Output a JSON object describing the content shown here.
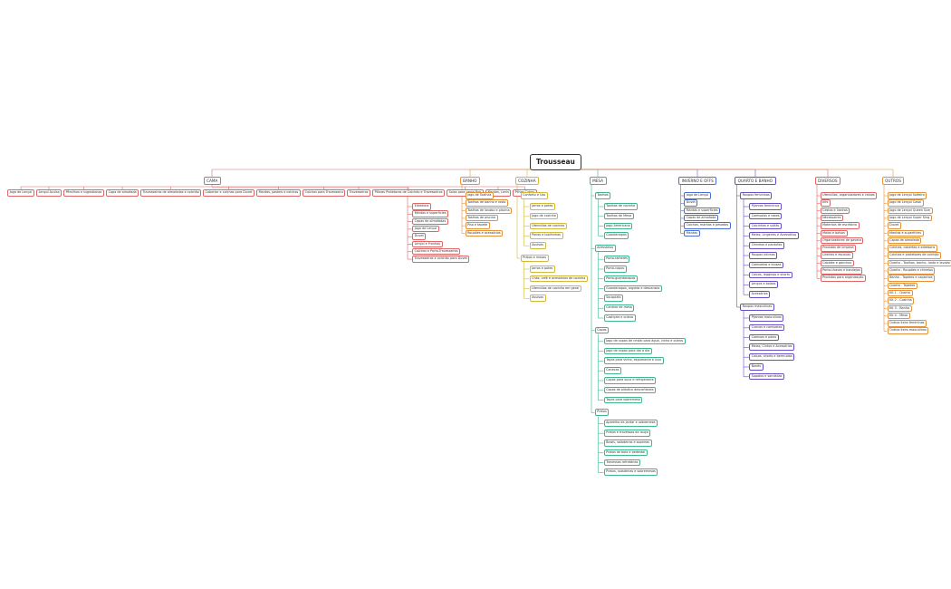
{
  "root": "Trousseau",
  "colors": {
    "cama": "#e06666",
    "banho": "#e69138",
    "cozinha": "#d4b83a",
    "mesa": "#3db88a",
    "inverno": "#4a6fd4",
    "quarto": "#6a4ec9",
    "diversos": "#e06666",
    "outros": "#e69138"
  },
  "branches": [
    {
      "key": "cama",
      "label": "CAMA",
      "rowItems": [
        "Jogo de Lençol",
        "Lençol Avulso",
        "Pêmilhos e sugestionas",
        "Capa de almofada",
        "Travesseiros de almofadas e colchão",
        "Cobertor e colchas para Duvet",
        "Mantas, pasteis e colchas",
        "Colchas para Travesseiro",
        "Travesseiros",
        "Pillows Protetores de Colchão e Travesseiros",
        "Saias para cama Box",
        "Mantas, Lenís",
        "Pilhas Cubos"
      ],
      "items": [
        "Edredons",
        "Mantas e superfícies",
        "Capas de almofadas",
        "Jogo de Lençol",
        "Duvet",
        "Lençol e Fronhas",
        "Colchas e Porta-Travesseiros",
        "Travesseiros e colchão para Duvet"
      ]
    },
    {
      "key": "banho",
      "label": "BANHO",
      "items": [
        "Jogo de Toalhas",
        "Toalhas de banho e rosto",
        "Toalhas de lavabo e piscina",
        "Toalhas de piscina",
        "Piso e tapete",
        "Roupões e acessórios"
      ]
    },
    {
      "key": "cozinha",
      "label": "COZINHA",
      "groups": [
        {
          "label": "Conforto e Uso",
          "items": [
            "Jarros e potes",
            "Jogo de cozinha",
            "Utensílios de cozinha",
            "Panos e toalhinhas",
            "Avulsos"
          ]
        },
        {
          "label": "Pratos e mesas",
          "items": [
            "Jarros e potes",
            "Chás, café e acessórios de cozinha",
            "Utensílios de cozinha em geral",
            "Avulsos"
          ]
        }
      ]
    },
    {
      "key": "mesa",
      "label": "MESA",
      "groups": [
        {
          "label": "Toalhas",
          "items": [
            "Toalhas de cozinha",
            "Toalhas de Mesa",
            "Jogo Americano",
            "Guardanapos"
          ]
        },
        {
          "label": "Acessórios",
          "items": [
            "Porta-talheres",
            "Porta-copos",
            "Porta-guardanapos",
            "Guardanapos, argolas e descansos",
            "Sousplats",
            "Centros de mesa",
            "Castiçais e outros"
          ]
        },
        {
          "label": "Copos",
          "items": [
            "Jogo de copos de cristal para água, vinho e outros",
            "Jogo de copos para dia a dia",
            "Taças para vinho, espumante e licor",
            "Canecas",
            "Copos para suco e refrigerante",
            "Copos de plástico descartáveis",
            "Taças para sobremesa"
          ]
        },
        {
          "label": "Pratos",
          "items": [
            "Aparelho de jantar e sobremesa",
            "Pratos e travessas de louça",
            "Bowls, saladeiras e sopeiras",
            "Pratos de bolo e pedestal",
            "Travessas refratárias",
            "Pratos, saladeiras e sobremesas"
          ]
        }
      ]
    },
    {
      "key": "inverno",
      "label": "INVERNO E OFFS",
      "items": [
        "Jogo de Lençol",
        "Duvet",
        "Mantas e superfícies",
        "Capas de almofada",
        "Colchas, mantas e pesadas",
        "Mantas"
      ]
    },
    {
      "key": "quarto",
      "label": "QUARTO E BANHO",
      "groups": [
        {
          "label": "Roupas femininas",
          "items": [
            "Pijamas femininos",
            "Camisolas e robes",
            "Calcinhas e sutiãs",
            "Meias, Lingeries e Acessórios",
            "Chinelos e pantufas",
            "Roupas íntimas",
            "Camisetas e blusas",
            "Calças, leggings e shorts",
            "Lenços e bolsas",
            "Acessórios"
          ]
        },
        {
          "label": "Roupas masculinas",
          "items": [
            "Pijamas masculinos",
            "Cuecas e camisetas",
            "Camisas e polos",
            "Meias, Cintos e Acessórios",
            "Calças, shorts e bermudas",
            "Bonés",
            "Sapatos e sandálias"
          ]
        }
      ]
    },
    {
      "key": "diversos",
      "label": "DIVERSOS",
      "items": [
        "Utensílios, organizadores e caixas",
        "Kits",
        "Cestos e lixeiras",
        "Nécessaires",
        "Materiais de escritório",
        "Malas e bolsas",
        "Organizadores de gaveta",
        "Produtos de limpeza",
        "Lixeiras e escovas",
        "Cabides e ganchos",
        "Porta-chaves e bandejas",
        "Produtos para organização"
      ]
    },
    {
      "key": "outros",
      "label": "OUTROS",
      "items": [
        "Jogo de Lençol Solteiro",
        "Jogo de Lençol Casal",
        "Jogo de Lençol Queen Size",
        "Jogo de Lençol Super King",
        "Duvet",
        "Mantas e superfícies",
        "Capas de almofada",
        "Colchas, cobertas e edredons",
        "Colchas e protetores de colchão",
        "Quarto - Toalhas, banho, rosto e lavabo",
        "Quarto - Roupões e chinelos",
        "Banho - Tapetes e capachos",
        "Quarto - Tapetes",
        "Kit 1 - Quarto",
        "Kit 2 - Cozinha",
        "Kit 3 - Banho",
        "Kit 4 - Mesa",
        "Outros itens femininos",
        "Outros itens masculinos"
      ]
    }
  ]
}
